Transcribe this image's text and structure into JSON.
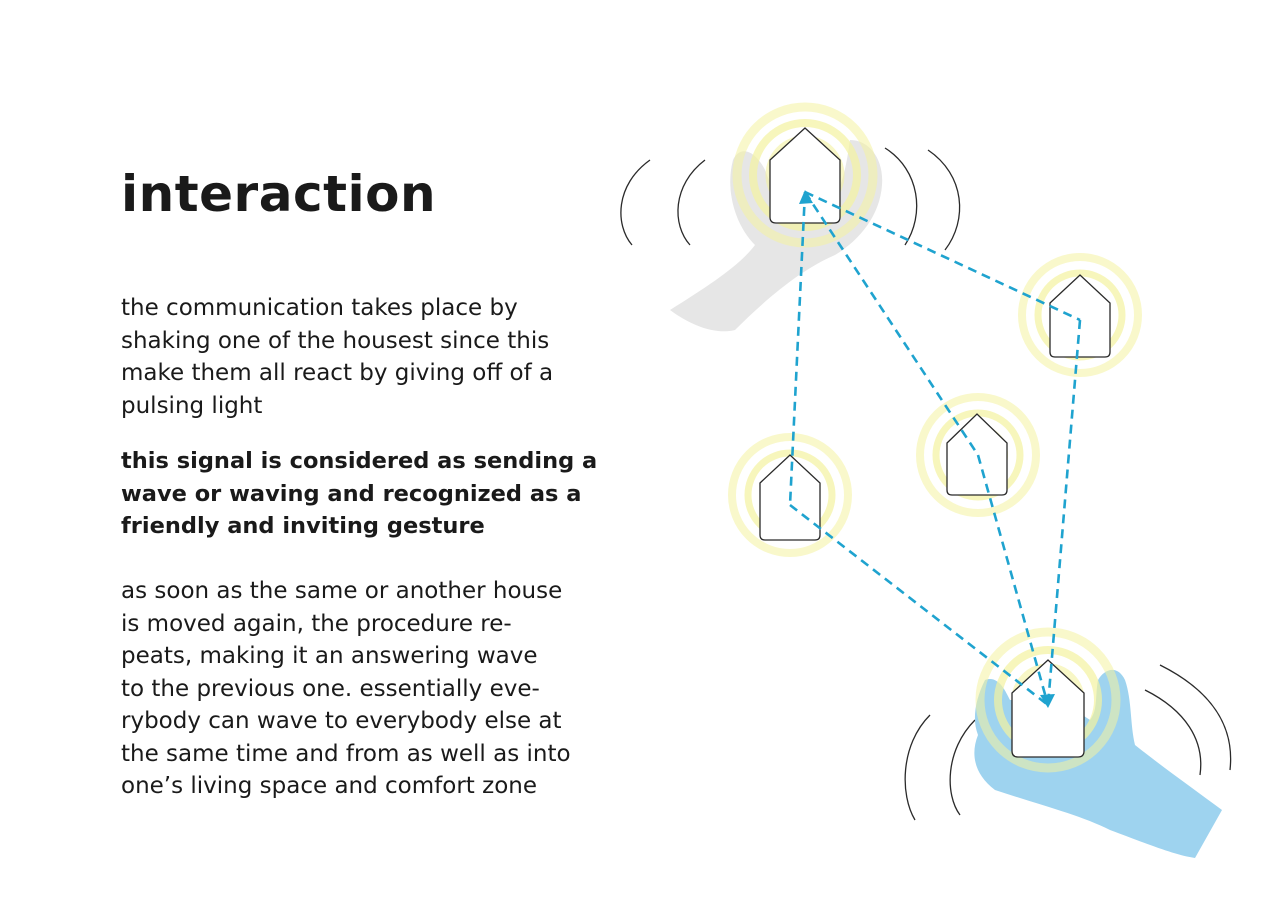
{
  "heading": "interaction",
  "paragraphs": {
    "intro": [
      "the communication takes place by",
      "shaking one of the housest since this",
      "make them all react by giving off of a",
      "pulsing light"
    ],
    "emphasis": [
      "this signal is considered as sending a",
      "wave or waving and recognized as a",
      "friendly and inviting gesture"
    ],
    "closing": [
      "as soon as the same or another house",
      "is moved again, the procedure re-",
      "peats, making it an answering wave",
      "to the previous one. essentially eve-",
      "rybody can wave to everybody else at",
      "the same time and from as well as into",
      "one’s living space and comfort zone"
    ]
  },
  "colors": {
    "glow": "#f4f2a0",
    "link": "#1fa3cf",
    "hand_gray": "#e6e6e6",
    "hand_blue": "#9ed3ef",
    "outline": "#2a2a2a"
  },
  "diagram": {
    "houses": [
      "house-top-held",
      "house-right",
      "house-middle",
      "house-left",
      "house-bottom-held"
    ],
    "links": [
      [
        "house-top-held",
        "house-right"
      ],
      [
        "house-top-held",
        "house-left"
      ],
      [
        "house-top-held",
        "house-middle"
      ],
      [
        "house-middle",
        "house-bottom-held"
      ],
      [
        "house-left",
        "house-bottom-held"
      ],
      [
        "house-right",
        "house-bottom-held"
      ]
    ],
    "icons": [
      "hand-gray-icon",
      "hand-blue-icon",
      "motion-arc-icon"
    ]
  }
}
